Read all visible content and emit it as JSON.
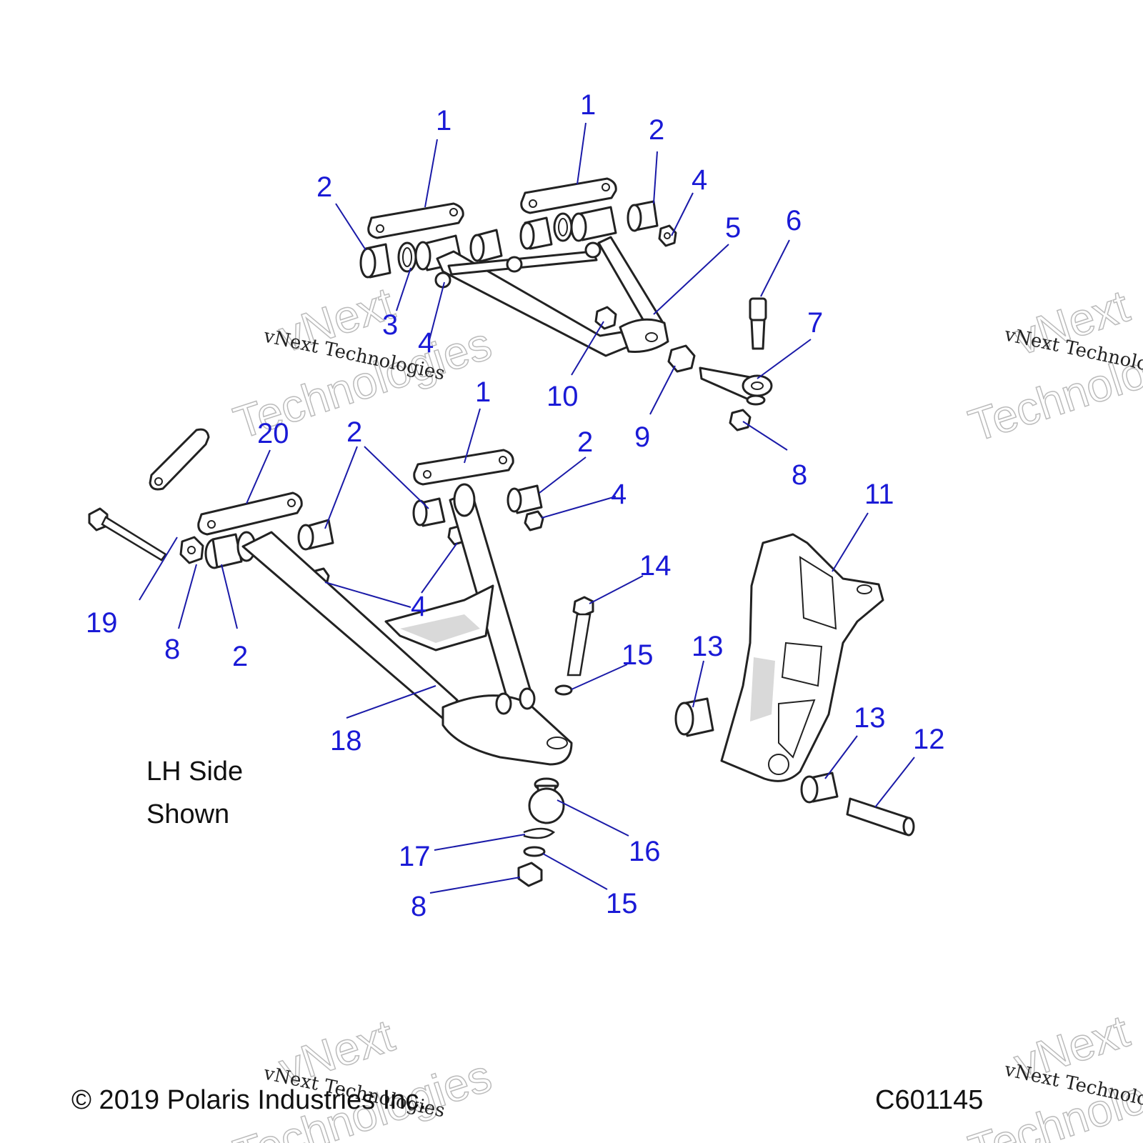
{
  "diagram": {
    "callouts": [
      "1",
      "1",
      "2",
      "2",
      "4",
      "5",
      "6",
      "7",
      "3",
      "4",
      "10",
      "9",
      "8",
      "1",
      "20",
      "2",
      "2",
      "4",
      "11",
      "14",
      "19",
      "8",
      "2",
      "4",
      "15",
      "13",
      "18",
      "13",
      "12",
      "16",
      "17",
      "15",
      "8"
    ],
    "note_line1": "LH Side",
    "note_line2": "Shown",
    "copyright": "© 2019 Polaris Industries Inc.",
    "figure_id": "C601145",
    "watermark_small": "vNext Technologies",
    "watermark_big_1": "vNext",
    "watermark_big_2": "Technologies"
  }
}
